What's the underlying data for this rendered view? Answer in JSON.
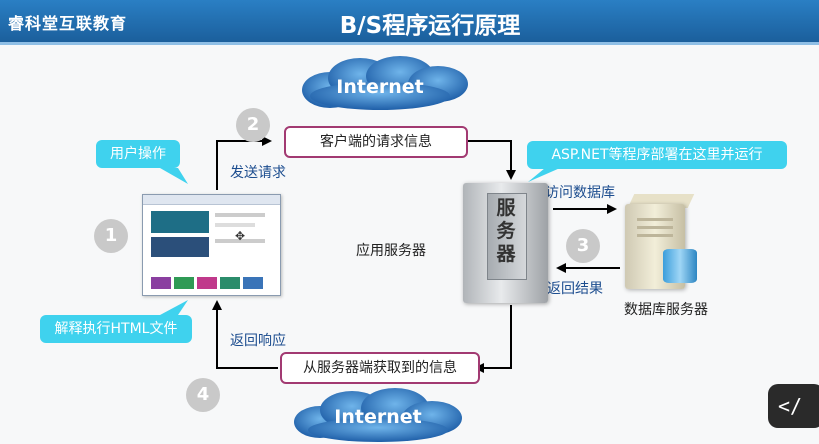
{
  "header": {
    "brand": "睿科堂互联教育",
    "title": "B/S程序运行原理"
  },
  "clouds": {
    "top": "Internet",
    "bottom": "Internet"
  },
  "steps": {
    "one": "1",
    "two": "2",
    "three": "3",
    "four": "4"
  },
  "request_box": "客户端的请求信息",
  "response_box": "从服务器端获取到的信息",
  "callouts": {
    "user_action": "用户操作",
    "render": "解释执行HTML文件",
    "asp": "ASP.NET等程序部署在这里并运行"
  },
  "labels": {
    "send_request": "发送请求",
    "return_response": "返回响应",
    "access_db": "访问数据库",
    "return_result": "返回结果",
    "app_server": "应用服务器",
    "db_server": "数据库服务器"
  },
  "server_panel": "服务器",
  "colors": {
    "accent": "#a23a72",
    "callout": "#3fd2ee",
    "cloud": "#2f6fb5",
    "header": "#1b5f9c"
  },
  "badge": "</"
}
